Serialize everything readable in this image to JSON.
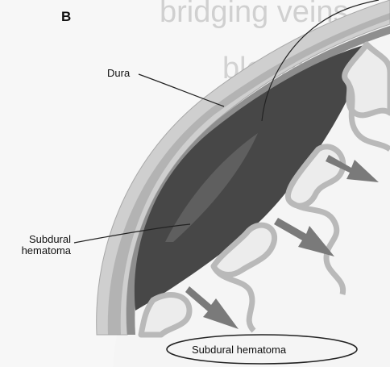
{
  "figure": {
    "panel_letter": "B",
    "labels": {
      "dura": "Dura",
      "subdural_line1": "Subdural",
      "subdural_line2": "hematoma",
      "caption": "Subdural hematoma"
    },
    "background_text": {
      "line1": "bridging veins",
      "line2": "bleeding in t"
    },
    "colors": {
      "skull": "#c8c8c8",
      "dura": "#8a8a8a",
      "hematoma": "#4a4a4a",
      "brain": "#e8e8e8",
      "gyri_outline": "#bdbdbd",
      "arrow": "#7a7a7a"
    }
  }
}
